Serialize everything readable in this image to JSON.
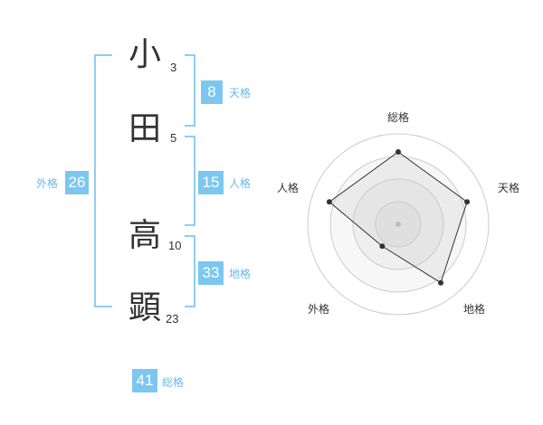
{
  "name_chars": [
    {
      "char": "小",
      "strokes": "3"
    },
    {
      "char": "田",
      "strokes": "5"
    },
    {
      "char": "高",
      "strokes": "10"
    },
    {
      "char": "顕",
      "strokes": "23"
    }
  ],
  "kakusu": {
    "tenkaku": {
      "value": "8",
      "label": "天格"
    },
    "jinkaku": {
      "value": "15",
      "label": "人格"
    },
    "chikaku": {
      "value": "33",
      "label": "地格"
    },
    "gaikaku": {
      "value": "26",
      "label": "外格"
    },
    "soukaku": {
      "value": "41",
      "label": "総格"
    }
  },
  "colors": {
    "accent": "#7cc7f0",
    "bracket": "#8fcdf3",
    "accent_text": "#6ab8e6"
  },
  "chart_data": {
    "type": "radar",
    "axes": [
      "総格",
      "天格",
      "地格",
      "外格",
      "人格"
    ],
    "values": [
      4,
      4,
      4,
      1.5,
      4
    ],
    "max": 5,
    "rings": 4,
    "grid": true
  }
}
